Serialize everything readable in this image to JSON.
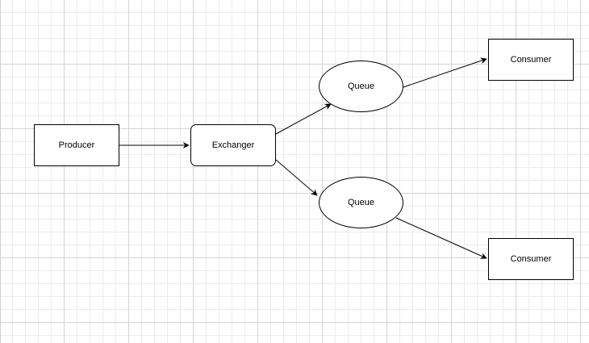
{
  "diagram": {
    "nodes": {
      "producer": {
        "label": "Producer",
        "shape": "rectangle"
      },
      "exchanger": {
        "label": "Exchanger",
        "shape": "rounded-rectangle"
      },
      "queue1": {
        "label": "Queue",
        "shape": "ellipse"
      },
      "queue2": {
        "label": "Queue",
        "shape": "ellipse"
      },
      "consumer1": {
        "label": "Consumer",
        "shape": "rectangle"
      },
      "consumer2": {
        "label": "Consumer",
        "shape": "rectangle"
      }
    },
    "edges": [
      {
        "from": "producer",
        "to": "exchanger"
      },
      {
        "from": "exchanger",
        "to": "queue1"
      },
      {
        "from": "exchanger",
        "to": "queue2"
      },
      {
        "from": "queue1",
        "to": "consumer1"
      },
      {
        "from": "queue2",
        "to": "consumer2"
      }
    ],
    "colors": {
      "stroke": "#000000",
      "node_fill": "#ffffff",
      "grid_major": "#d4d4d4",
      "grid_minor": "#ececec"
    }
  }
}
